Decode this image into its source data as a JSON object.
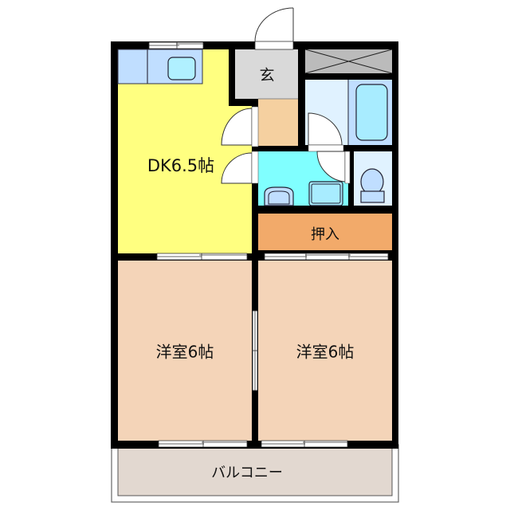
{
  "plan": {
    "colors": {
      "wall": "#000000",
      "dk": "#ffff80",
      "genkan": "#d9d9d9",
      "hall_floor": "#f5d0a0",
      "kitchen_counter": "#c0deff",
      "sink": "#b0f0ff",
      "storage": "#bbbbbb",
      "bath_changing": "#e0f2ff",
      "bath_tub_area": "#c0deff",
      "tub": "#a8ecff",
      "washroom": "#80ffff",
      "toilet_room": "#e0f2ff",
      "oshiire": "#f2aa6a",
      "western_room": "#f4d4b8",
      "balcony": "#e2d8d0"
    },
    "rooms": [
      {
        "id": "dk",
        "label": "DK6.5帖"
      },
      {
        "id": "genkan",
        "label": "玄"
      },
      {
        "id": "oshiire",
        "label": "押入"
      },
      {
        "id": "western-room-1",
        "label": "洋室6帖"
      },
      {
        "id": "western-room-2",
        "label": "洋室6帖"
      },
      {
        "id": "balcony",
        "label": "バルコニー"
      }
    ]
  }
}
